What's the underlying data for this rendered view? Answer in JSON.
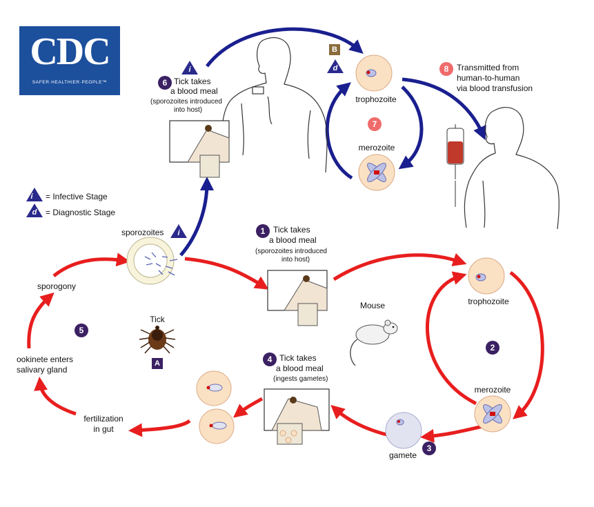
{
  "logo": {
    "name": "CDC",
    "tagline": "SAFER·HEALTHIER·PEOPLE™"
  },
  "legend": {
    "infective": {
      "symbol": "i",
      "label": "= Infective Stage"
    },
    "diagnostic": {
      "symbol": "d",
      "label": "= Diagnostic Stage"
    }
  },
  "markers": {
    "B": "B",
    "A": "A",
    "i": "i",
    "d": "d"
  },
  "steps": {
    "s1": {
      "number": "1",
      "title": "Tick takes",
      "title2": "a blood meal",
      "note": "(sporozoites introduced",
      "note2": "into host)"
    },
    "s2": {
      "number": "2"
    },
    "s3": {
      "number": "3"
    },
    "s4": {
      "number": "4",
      "title": "Tick takes",
      "title2": "a blood meal",
      "note": "(ingests gametes)"
    },
    "s5": {
      "number": "5"
    },
    "s6": {
      "number": "6",
      "title": "Tick takes",
      "title2": "a blood meal",
      "note": "(sporozoites introduced",
      "note2": "into host)"
    },
    "s7": {
      "number": "7"
    },
    "s8": {
      "number": "8",
      "line1": "Transmitted from",
      "line2": "human-to-human",
      "line3": "via blood transfusion"
    }
  },
  "labels": {
    "trophozoite_human": "trophozoite",
    "merozoite_human": "merozoite",
    "trophozoite_mouse": "trophozoite",
    "merozoite_mouse": "merozoite",
    "gamete": "gamete",
    "mouse": "Mouse",
    "tick": "Tick",
    "sporozoites": "sporozoites",
    "sporogony": "sporogony",
    "ookinete_1": "ookinete enters",
    "ookinete_2": "salivary gland",
    "fertilization_1": "fertilization",
    "fertilization_2": "in gut"
  },
  "colors": {
    "human_cycle": "#1a1f8f",
    "tick_mouse_cycle": "#e81e1e",
    "cell": "#fbe1c4",
    "step": "#3b2163",
    "step_human": "#f06b6b",
    "logo": "#1c4f9c"
  }
}
